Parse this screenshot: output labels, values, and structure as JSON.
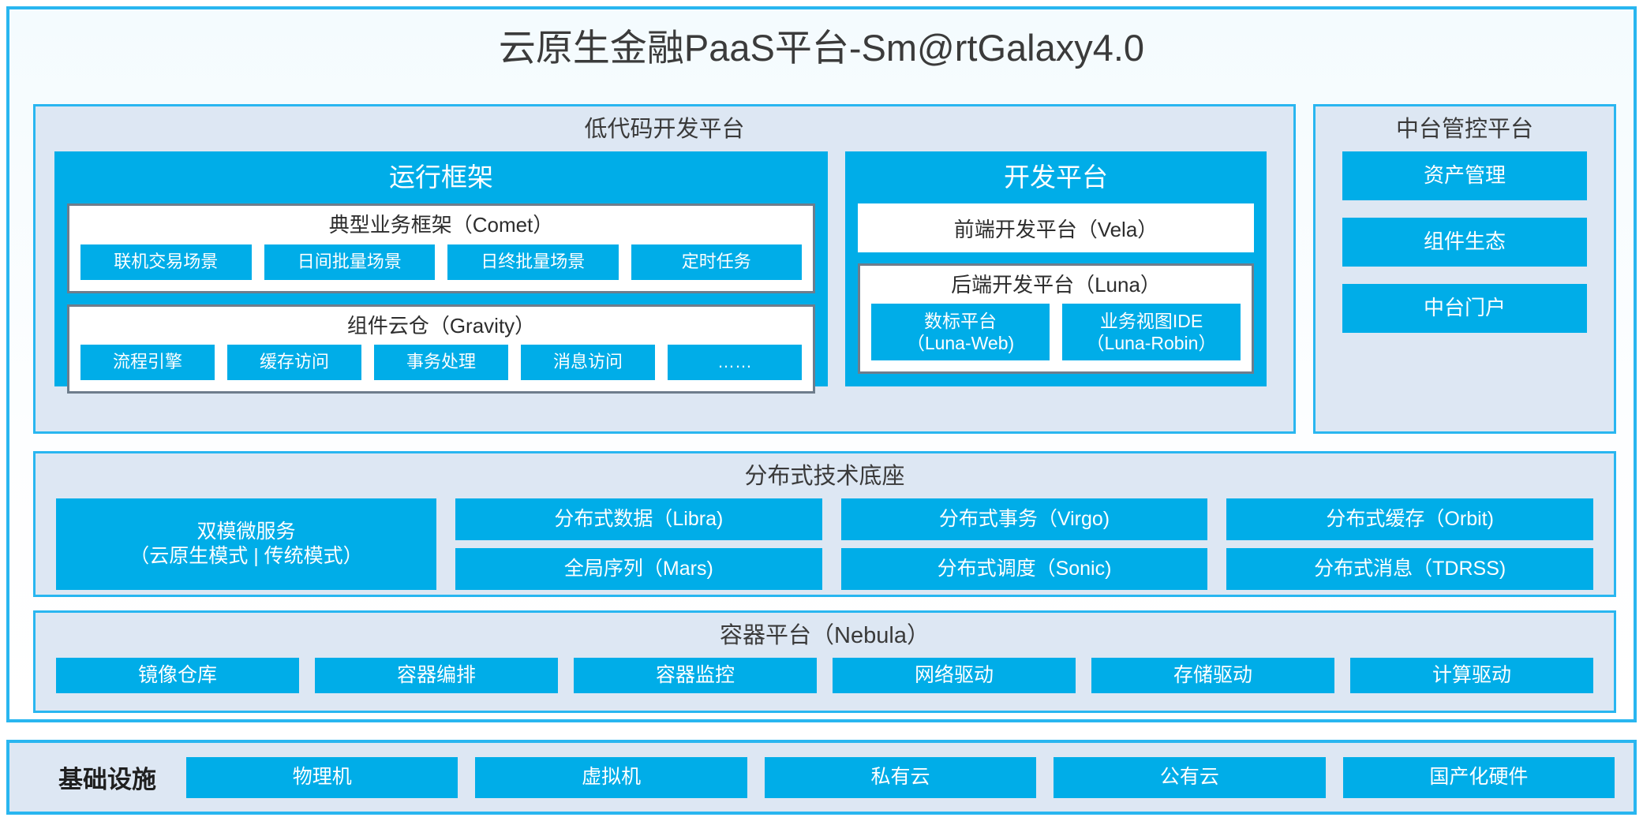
{
  "title": "云原生金融PaaS平台-Sm@rtGalaxy4.0",
  "colors": {
    "accent_blue": "#00ade8",
    "panel_border": "#29b6f0",
    "panel_fill": "#dde7f3",
    "inner_box_border": "#6e7d8c",
    "text_dark": "#3a3a3a"
  },
  "lowcode": {
    "title": "低代码开发平台",
    "runtime": {
      "title": "运行框架",
      "comet": {
        "title": "典型业务框架（Comet）",
        "items": [
          "联机交易场景",
          "日间批量场景",
          "日终批量场景",
          "定时任务"
        ]
      },
      "gravity": {
        "title": "组件云仓（Gravity）",
        "items": [
          "流程引擎",
          "缓存访问",
          "事务处理",
          "消息访问",
          "……"
        ]
      }
    },
    "devplatform": {
      "title": "开发平台",
      "frontend": "前端开发平台（Vela）",
      "backend": {
        "title": "后端开发平台（Luna）",
        "items": [
          {
            "name": "数标平台",
            "code": "（Luna-Web)"
          },
          {
            "name": "业务视图IDE",
            "code": "（Luna-Robin）"
          }
        ]
      }
    }
  },
  "midcontrol": {
    "title": "中台管控平台",
    "items": [
      "资产管理",
      "组件生态",
      "中台门户"
    ]
  },
  "techbase": {
    "title": "分布式技术底座",
    "wide": {
      "line1": "双模微服务",
      "line2": "（云原生模式 | 传统模式）"
    },
    "columns": [
      [
        "分布式数据（Libra)",
        "全局序列（Mars)"
      ],
      [
        "分布式事务（Virgo)",
        "分布式调度（Sonic)"
      ],
      [
        "分布式缓存（Orbit)",
        "分布式消息（TDRSS)"
      ]
    ]
  },
  "container": {
    "title": "容器平台（Nebula）",
    "items": [
      "镜像仓库",
      "容器编排",
      "容器监控",
      "网络驱动",
      "存储驱动",
      "计算驱动"
    ]
  },
  "infrastructure": {
    "label": "基础设施",
    "items": [
      "物理机",
      "虚拟机",
      "私有云",
      "公有云",
      "国产化硬件"
    ]
  }
}
